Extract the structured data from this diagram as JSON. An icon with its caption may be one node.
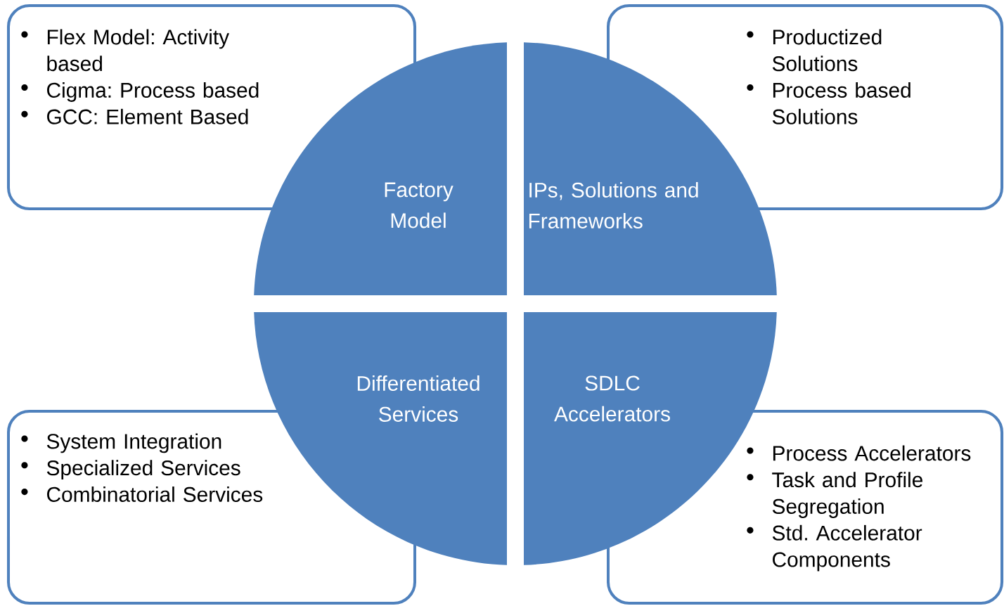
{
  "diagram": {
    "nodes": [
      {
        "text": [
          "Flex Model: Activity based",
          "Cigma: Process based",
          "GCC: Element Based"
        ]
      },
      {
        "text": [
          "Factory Model"
        ]
      },
      {
        "text": [
          "IPs, Solutions and Frameworks"
        ]
      },
      {
        "text": [
          "Productized Solutions",
          "Process based Solutions"
        ]
      },
      {
        "text": [
          "Differentiated Services"
        ]
      },
      {
        "text": [
          "SDLC Accelerators"
        ]
      },
      {
        "text": [
          "System Integration",
          "Specialized Services",
          "Combinatorial Services"
        ]
      },
      {
        "text": [
          "Process Accelerators",
          "Task and Profile Segregation",
          "Std. Accelerator Components"
        ]
      }
    ]
  }
}
